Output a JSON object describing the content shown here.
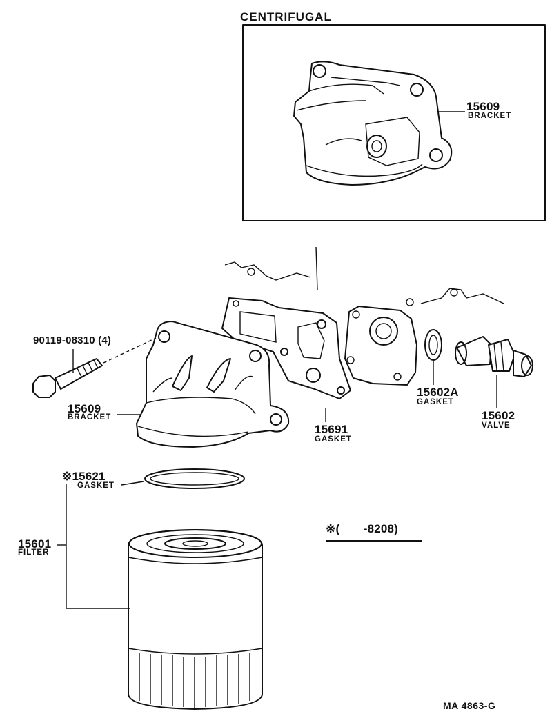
{
  "inset": {
    "title": "CENTRIFUGAL"
  },
  "callouts": {
    "bracket_centrifugal": {
      "number": "15609",
      "name": "BRACKET"
    },
    "bolt": {
      "number": "90119-08310 (4)"
    },
    "bracket": {
      "number": "15609",
      "name": "BRACKET"
    },
    "gasket_15691": {
      "number": "15691",
      "name": "GASKET"
    },
    "gasket_15602a": {
      "number": "15602A",
      "name": "GASKET"
    },
    "valve": {
      "number": "15602",
      "name": "VALVE"
    },
    "gasket_15621": {
      "number": "※15621",
      "name": "GASKET"
    },
    "filter": {
      "number": "15601",
      "name": "FILTER"
    }
  },
  "note": {
    "text": "※(　　-8208)"
  },
  "diagram_code": "MA 4863-G"
}
